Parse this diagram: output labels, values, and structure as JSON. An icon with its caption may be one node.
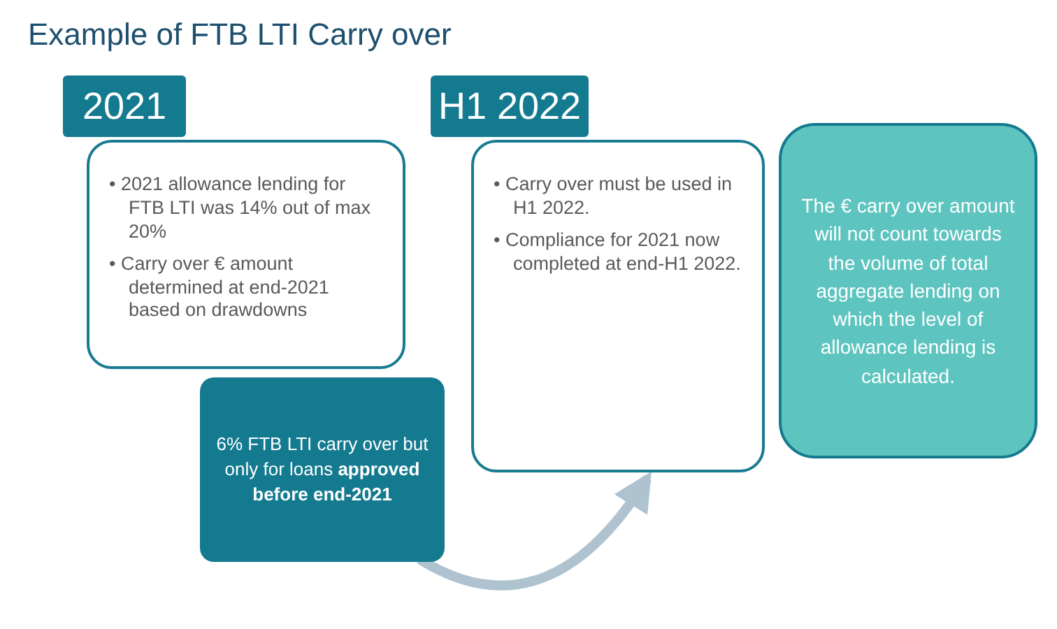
{
  "diagram": {
    "title": "Example of FTB LTI Carry over",
    "nodes": [
      {
        "text": [
          "2021"
        ]
      },
      {
        "text": [
          "• 2021 allowance lending for FTB LTI was 14% out of max 20%",
          "• Carry over € amount determined at end-2021 based on drawdowns"
        ]
      },
      {
        "text": [
          "6% FTB LTI carry over but only for loans **approved before end-2021**"
        ]
      },
      {
        "text": [
          "H1 2022"
        ]
      },
      {
        "text": [
          "• Carry over must be used in H1 2022.",
          "• Compliance for 2021 now completed at end-H1 2022."
        ]
      },
      {
        "text": [
          "The € carry over amount will not count towards the volume of total aggregate lending on which the level of allowance lending is calculated."
        ]
      }
    ],
    "edges": [
      {
        "from": 2,
        "to": 4,
        "arrow": "to"
      }
    ]
  }
}
